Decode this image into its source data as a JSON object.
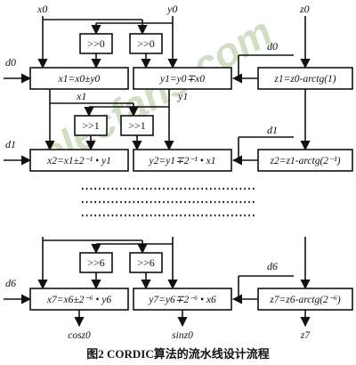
{
  "inputs": {
    "x0": "x0",
    "y0": "y0",
    "z0": "z0"
  },
  "stage1": {
    "shift_x": ">>0",
    "shift_y": ">>0",
    "d": "d0",
    "x_eq": "x1=x0±y0",
    "y_eq": "y1=y0∓x0",
    "z_eq": "z1=z0-arctg(1)",
    "x_out": "x1",
    "y_out": "y1"
  },
  "stage2": {
    "shift_x": ">>1",
    "shift_y": ">>1",
    "d": "d1",
    "x_eq": "x2=x1±2⁻¹ • y1",
    "y_eq": "y2=y1∓2⁻¹ • x1",
    "z_eq": "z2=z1-arctg(2⁻¹)"
  },
  "stage7": {
    "shift_x": ">>6",
    "shift_y": ">>6",
    "d": "d6",
    "x_eq": "x7=x6±2⁻⁶ • y6",
    "y_eq": "y7=y6∓2⁻⁶ • x6",
    "z_eq": "z7=z6-arctg(2⁻⁶)",
    "d_left": "d6"
  },
  "outputs": {
    "cos": "cosz0",
    "sin": "sinz0",
    "z": "z7"
  },
  "caption": "图2   CORDIC算法的流水线设计流程",
  "watermark": "elecfans.com"
}
